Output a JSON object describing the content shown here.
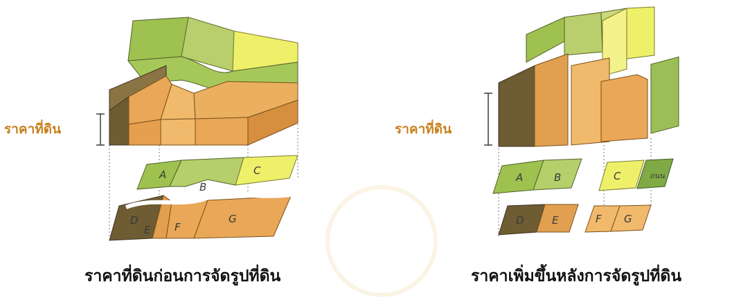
{
  "left_panel": {
    "price_label": "ราคาที่ดิน",
    "caption": "ราคาที่ดินก่อนการจัดรูปที่ดิน",
    "parcels": [
      "A",
      "B",
      "C",
      "D",
      "E",
      "F",
      "G"
    ]
  },
  "right_panel": {
    "price_label": "ราคาที่ดิน",
    "caption": "ราคาเพิ่มขึ้นหลังการจัดรูปที่ดิน",
    "parcels": [
      "A",
      "B",
      "C",
      "ถนน",
      "D",
      "E",
      "F",
      "G"
    ]
  },
  "colors": {
    "dark_brown": "#6e5c33",
    "light_green": "#9fc150",
    "pale_green": "#b9cf6d",
    "yellow": "#eef06a",
    "orange": "#e9a757",
    "light_orange": "#f1b96b",
    "label_orange": "#c8801c"
  }
}
